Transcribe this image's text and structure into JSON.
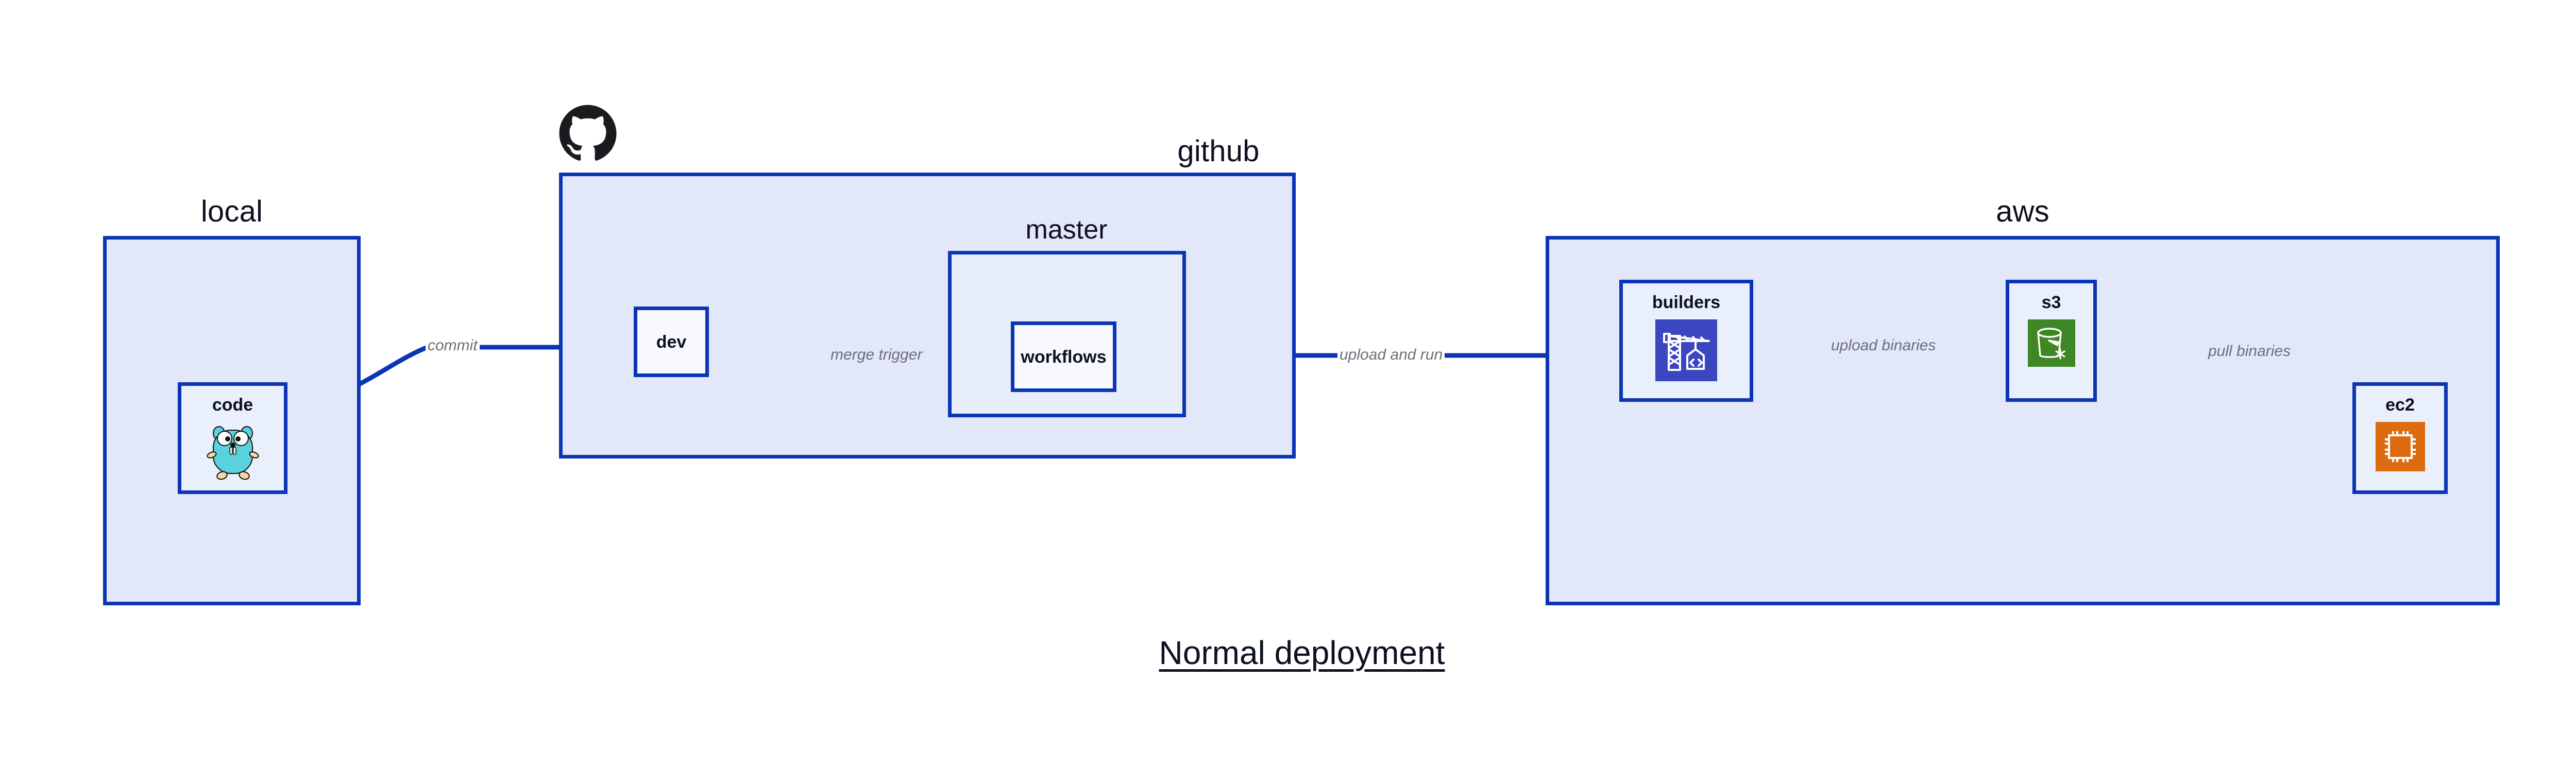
{
  "diagram": {
    "caption": "Normal deployment",
    "accent_color": "#0b35b5",
    "group_fill": "#e2e7fa",
    "node_fill": "#eaeffc",
    "label_color": "#6b6f79"
  },
  "groups": {
    "local": {
      "label": "local"
    },
    "github": {
      "label": "github",
      "logo_icon": "github-octocat-icon"
    },
    "master": {
      "label": "master"
    },
    "aws": {
      "label": "aws"
    }
  },
  "nodes": {
    "code": {
      "label": "code",
      "icon": "golang-gopher-icon"
    },
    "dev": {
      "label": "dev",
      "icon": "none"
    },
    "workflows": {
      "label": "workflows",
      "icon": "none"
    },
    "builders": {
      "label": "builders",
      "icon": "aws-codebuild-crane-icon",
      "icon_color": "#3c46c0"
    },
    "s3": {
      "label": "s3",
      "icon": "aws-s3-bucket-icon",
      "icon_color": "#3f8624"
    },
    "ec2": {
      "label": "ec2",
      "icon": "aws-ec2-chip-icon",
      "icon_color": "#dd6b10"
    }
  },
  "edges": [
    {
      "id": "code-to-dev",
      "label": "commit",
      "from": "code",
      "to": "dev"
    },
    {
      "id": "dev-to-workflows",
      "label": "merge trigger",
      "from": "dev",
      "to": "workflows"
    },
    {
      "id": "workflows-to-builders",
      "label": "upload and run",
      "from": "workflows",
      "to": "builders"
    },
    {
      "id": "builders-to-s3",
      "label": "upload binaries",
      "from": "builders",
      "to": "s3"
    },
    {
      "id": "s3-to-ec2",
      "label": "pull binaries",
      "from": "s3",
      "to": "ec2"
    }
  ]
}
